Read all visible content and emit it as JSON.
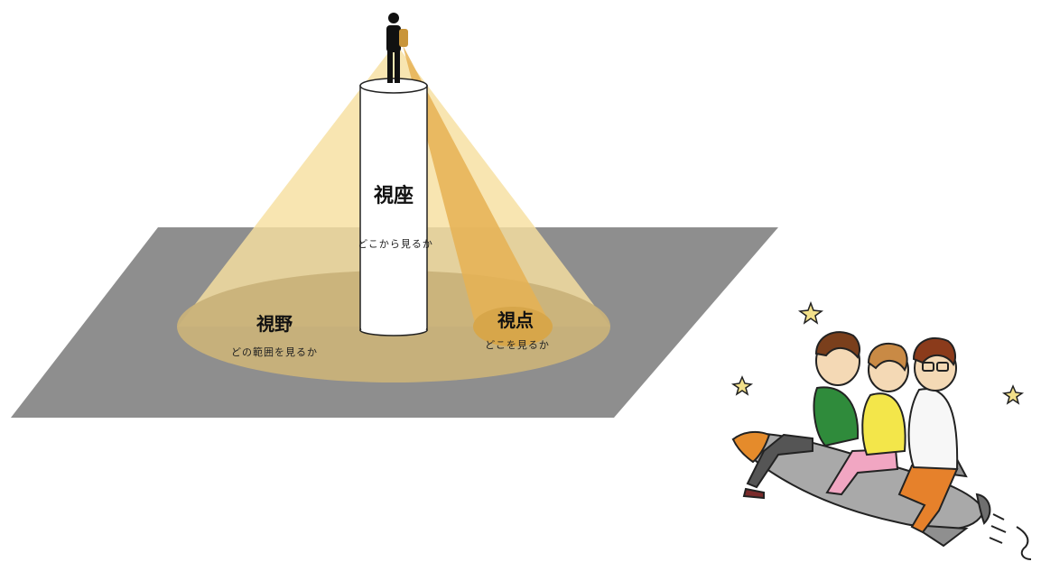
{
  "diagram": {
    "viewing_seat": {
      "title": "視座",
      "subtitle": "どこから見るか"
    },
    "field_of_view": {
      "title": "視野",
      "subtitle": "どの範囲を見るか"
    },
    "viewpoint": {
      "title": "視点",
      "subtitle": "どこを見るか"
    }
  },
  "colors": {
    "floor": "#8e8e8e",
    "cone": "#f7dfa0",
    "pool": "#c9b27a",
    "focus_beam": "#e9b85a",
    "focus_spot": "#d7a64a",
    "pillar": "#ffffff",
    "person": "#111111"
  },
  "illustration": {
    "icon": "three-people-riding-rocket"
  }
}
